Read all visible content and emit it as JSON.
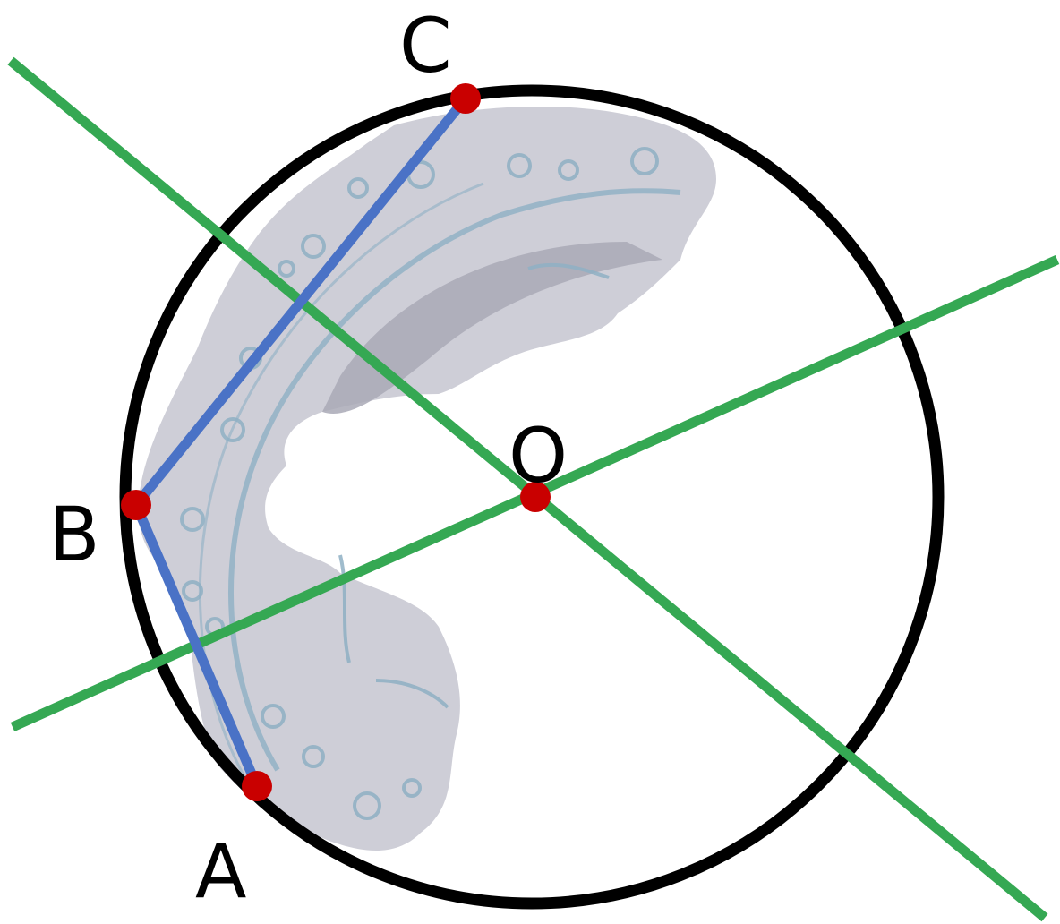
{
  "diagram": {
    "points": {
      "A": "A",
      "B": "B",
      "C": "C",
      "O": "O"
    },
    "colors": {
      "circle": "#000000",
      "chords": "#4a72c6",
      "bisectors": "#35a853",
      "points": "#c90000",
      "plate_fill": "#c9c9d3",
      "plate_pattern": "#8fb0c4"
    }
  }
}
